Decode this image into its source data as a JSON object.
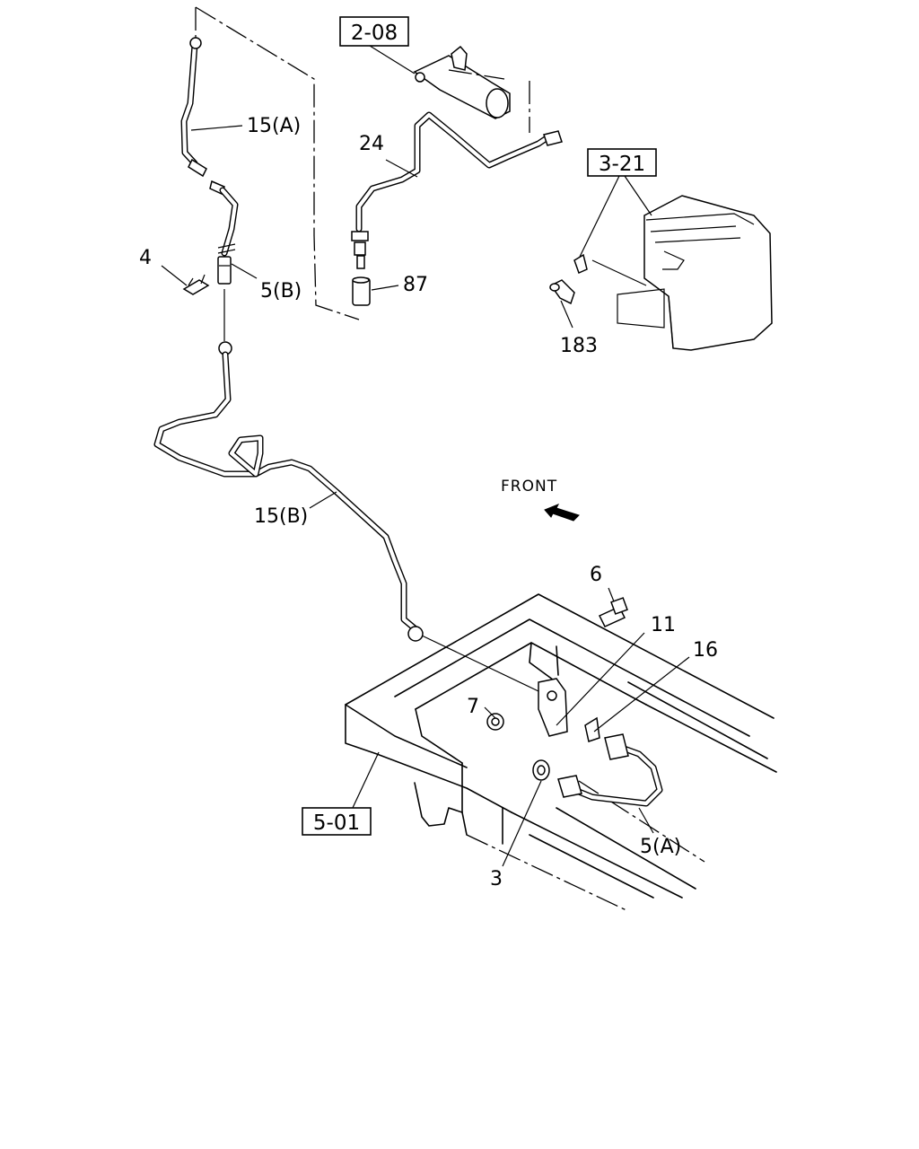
{
  "callouts": {
    "ref_2_08": "2-08",
    "ref_3_21": "3-21",
    "ref_5_01": "5-01",
    "p15a": "15(A)",
    "p24": "24",
    "p4": "4",
    "p5b": "5(B)",
    "p87": "87",
    "p183": "183",
    "p15b": "15(B)",
    "p6": "6",
    "p11": "11",
    "p16": "16",
    "p7": "7",
    "p3": "3",
    "p5a": "5(A)"
  },
  "front_label": "FRONT"
}
